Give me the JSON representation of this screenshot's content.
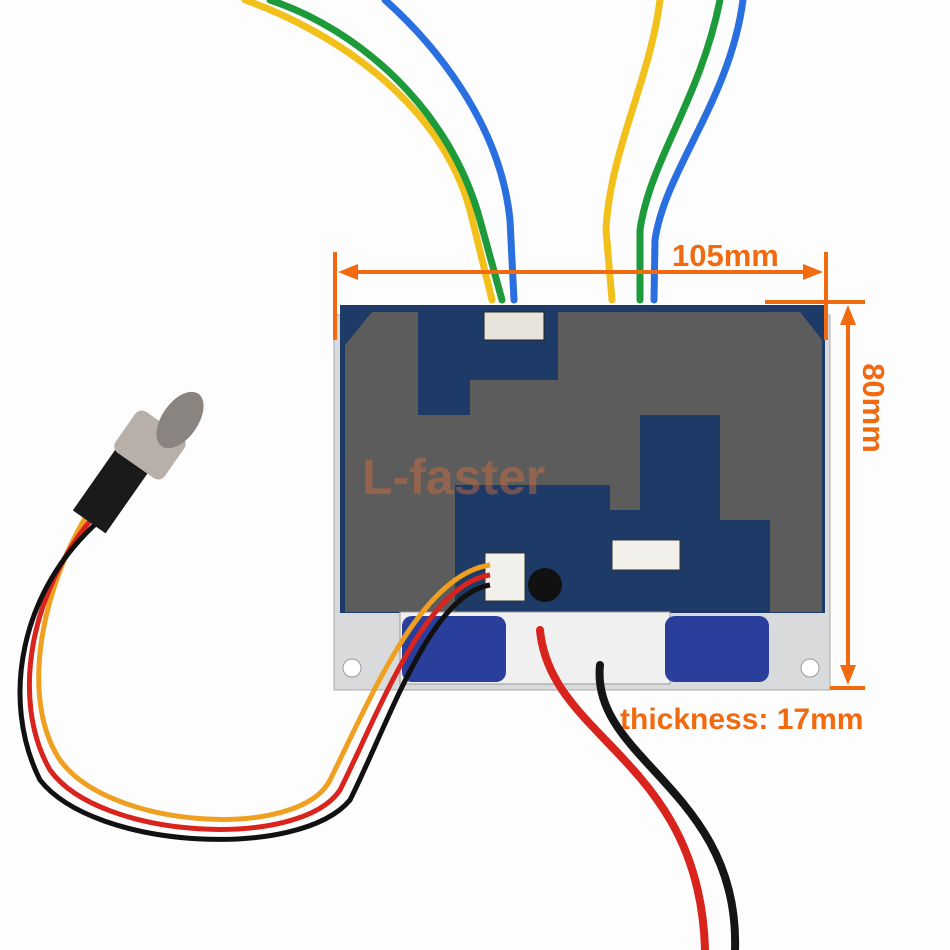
{
  "annotations": {
    "width_label": "105mm",
    "height_label": "80mm",
    "thickness_label": "thickness: 17mm"
  },
  "watermark": "L-faster",
  "colors": {
    "annotation": "#f26a10",
    "pcb": "#1d3b66",
    "insulation": "#5c5c5c",
    "capacitor": "#2a3f9c"
  }
}
